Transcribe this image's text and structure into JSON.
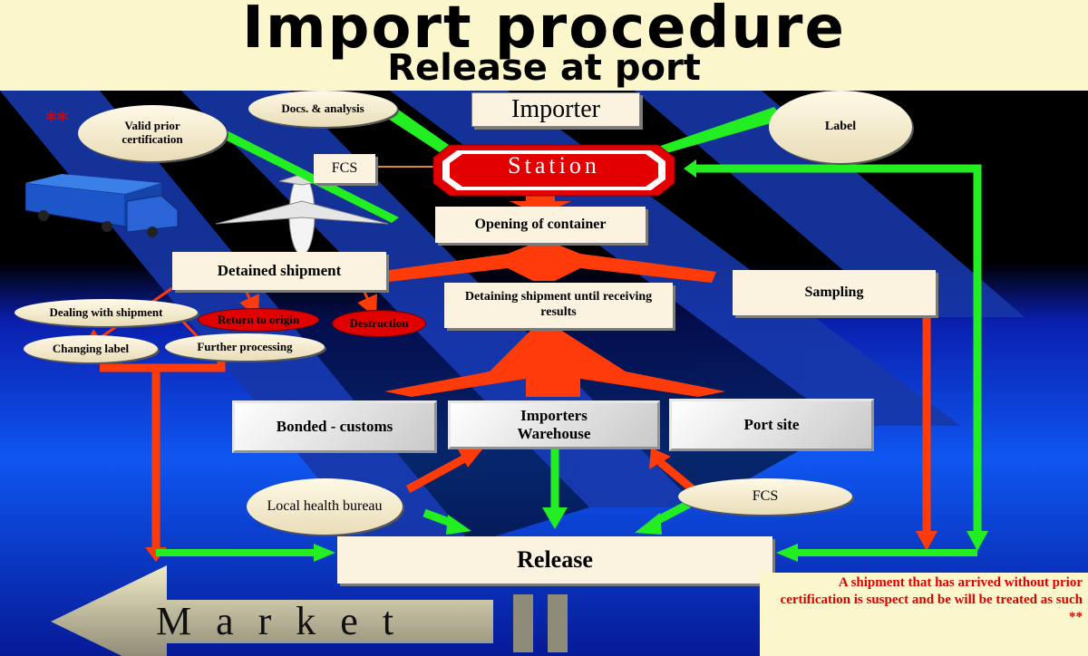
{
  "title": {
    "line1": "Import procedure",
    "line2": "Release at port"
  },
  "nodes": {
    "importer": "Importer",
    "station": "Station",
    "fcs_top": "FCS",
    "docs_analysis": "Docs. & analysis",
    "label": "Label",
    "valid_prior_cert": "Valid prior certification",
    "stars": "**",
    "opening_container": "Opening of container",
    "detained_shipment": "Detained shipment",
    "detaining_until": "Detaining shipment until receiving results",
    "sampling": "Sampling",
    "dealing_with": "Dealing with shipment",
    "return_origin": "Return to origin",
    "destruction": "Destruction",
    "changing_label": "Changing label",
    "further_processing": "Further processing",
    "bonded": "Bonded - customs",
    "importers_warehouse": "Importers Warehouse",
    "port_site": "Port site",
    "local_health": "Local health bureau",
    "fcs_bottom": "FCS",
    "release": "Release",
    "market": "M a r k e t"
  },
  "note": "A shipment that has arrived without prior certification is suspect and be will be treated as such **",
  "colors": {
    "header_bg": "#fbf6cc",
    "box_bg": "#fbf3df",
    "arrow_red": "#ff3b0a",
    "arrow_green": "#22ee22",
    "station_red": "#e20000",
    "note_red": "#e00000"
  }
}
